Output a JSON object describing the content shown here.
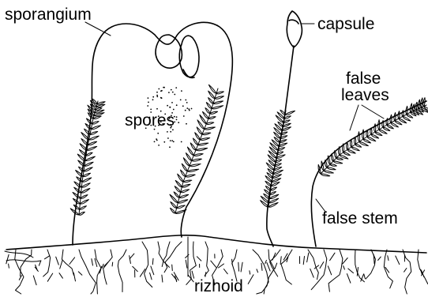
{
  "labels": {
    "sporangium": "sporangium",
    "capsule": "capsule",
    "spores": "spores",
    "false_leaves": "false leaves",
    "false_stem": "false stem",
    "rizhoid": "rizhoid"
  },
  "colors": {
    "ink": "#000000",
    "background": "#ffffff"
  }
}
